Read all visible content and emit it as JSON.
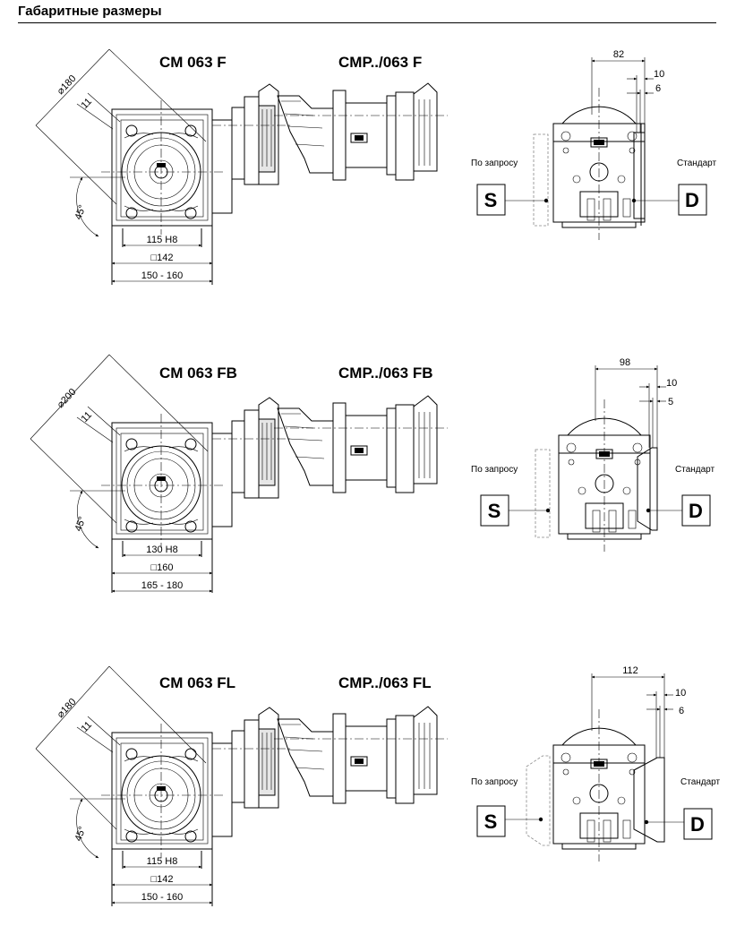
{
  "header": {
    "title": "Габаритные размеры"
  },
  "sections": [
    {
      "model_cm": "CM 063 F",
      "model_cmp": "CMP../063 F",
      "dia": "⌀180",
      "angle": "45°",
      "d11": "11",
      "fit": "115 H8",
      "square": "□142",
      "range": "150 - 160",
      "offset": "82",
      "d10": "10",
      "dsmall": "6",
      "label_left": "По запросу",
      "label_right": "Стандарт",
      "letter_left": "S",
      "letter_right": "D"
    },
    {
      "model_cm": "CM 063 FB",
      "model_cmp": "CMP../063 FB",
      "dia": "⌀200",
      "angle": "45°",
      "d11": "11",
      "fit": "130 H8",
      "square": "□160",
      "range": "165 - 180",
      "offset": "98",
      "d10": "10",
      "dsmall": "5",
      "label_left": "По запросу",
      "label_right": "Стандарт",
      "letter_left": "S",
      "letter_right": "D"
    },
    {
      "model_cm": "CM 063 FL",
      "model_cmp": "CMP../063 FL",
      "dia": "⌀180",
      "angle": "45°",
      "d11": "11",
      "fit": "115 H8",
      "square": "□142",
      "range": "150 - 160",
      "offset": "112",
      "d10": "10",
      "dsmall": "6",
      "label_left": "По запросу",
      "label_right": "Стандарт",
      "letter_left": "S",
      "letter_right": "D"
    }
  ]
}
